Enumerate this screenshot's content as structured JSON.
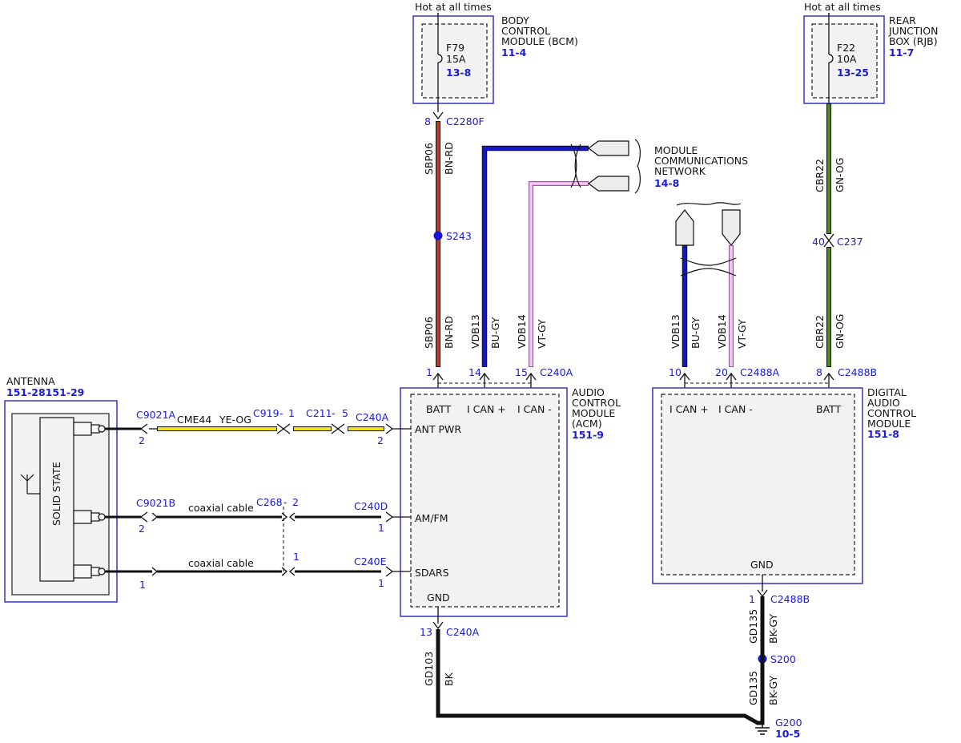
{
  "colors": {
    "label_blue": "#1a1adc",
    "wire_red": "#c0392b",
    "wire_blue": "#1515cc",
    "wire_violet": "#d48fd4",
    "wire_green": "#4b8a1e",
    "wire_yellow": "#f1e01a",
    "wire_black": "#111111",
    "box_blue": "#3333cc"
  },
  "bcm": {
    "hot": "Hot at all times",
    "fuse": "F79",
    "amp": "15A",
    "fuse_ref": "13-8",
    "name1": "BODY",
    "name2": "CONTROL",
    "name3": "MODULE (BCM)",
    "ref": "11-4"
  },
  "rjb": {
    "hot": "Hot at all times",
    "fuse": "F22",
    "amp": "10A",
    "fuse_ref": "13-25",
    "name1": "REAR",
    "name2": "JUNCTION",
    "name3": "BOX (RJB)",
    "ref": "11-7"
  },
  "c2280f": {
    "pin": "8",
    "name": "C2280F"
  },
  "sbp06": {
    "circuit": "SBP06",
    "color": "BN-RD"
  },
  "s243": "S243",
  "network": {
    "line1": "MODULE",
    "line2": "COMMUNICATIONS",
    "line3": "NETWORK",
    "ref": "14-8"
  },
  "vdb13": {
    "circuit": "VDB13",
    "color": "BU-GY"
  },
  "vdb14": {
    "circuit": "VDB14",
    "color": "VT-GY"
  },
  "cbr22": {
    "circuit": "CBR22",
    "color": "GN-OG"
  },
  "c237": {
    "pin": "40",
    "name": "C237"
  },
  "c240a_top": {
    "pin_batt": "1",
    "pin_can_p": "14",
    "pin_can_m": "15",
    "name": "C240A"
  },
  "c2488a": {
    "pin_can_p": "10",
    "pin_can_m": "20",
    "name": "C2488A"
  },
  "c2488b_top": {
    "pin": "8",
    "name": "C2488B"
  },
  "acm": {
    "name1": "AUDIO",
    "name2": "CONTROL",
    "name3": "MODULE",
    "name4": "(ACM)",
    "ref": "151-9",
    "batt": "BATT",
    "can_p": "I CAN +",
    "can_m": "I CAN -",
    "ant_pwr": "ANT PWR",
    "amfm": "AM/FM",
    "sdars": "SDARS",
    "gnd": "GND"
  },
  "dacm": {
    "name1": "DIGITAL",
    "name2": "AUDIO",
    "name3": "CONTROL",
    "name4": "MODULE",
    "ref": "151-8",
    "can_p": "I CAN +",
    "can_m": "I CAN -",
    "batt": "BATT",
    "gnd": "GND"
  },
  "antenna": {
    "name": "ANTENNA",
    "ref": "151-28151-29",
    "solid_state": "SOLID STATE"
  },
  "ant_row1": {
    "c9021a": "C9021A",
    "pin_c9021a": "2",
    "circuit": "CME44",
    "color": "YE-OG",
    "c919": "C919",
    "dash1": "-",
    "pin_c919": "1",
    "c211": "C211",
    "dash2": "-",
    "pin_c211": "5",
    "c240a": "C240A",
    "pin_c240a": "2"
  },
  "ant_row2": {
    "c9021b": "C9021B",
    "pin_c9021b": "2",
    "cable": "coaxial cable",
    "c268": "C268",
    "dash": "-",
    "pin_c268a": "2",
    "c240d": "C240D",
    "pin_c240d": "1"
  },
  "ant_row3": {
    "pin_c268b": "1",
    "pin_left": "1",
    "cable": "coaxial cable",
    "c240e": "C240E",
    "pin_c240e": "1"
  },
  "gnd_acm": {
    "pin": "13",
    "name": "C240A",
    "circuit": "GD103",
    "color": "BK"
  },
  "gnd_dacm": {
    "pin": "1",
    "name": "C2488B",
    "circuit": "GD135",
    "color": "BK-GY",
    "splice": "S200",
    "ground": "G200",
    "ground_ref": "10-5"
  }
}
